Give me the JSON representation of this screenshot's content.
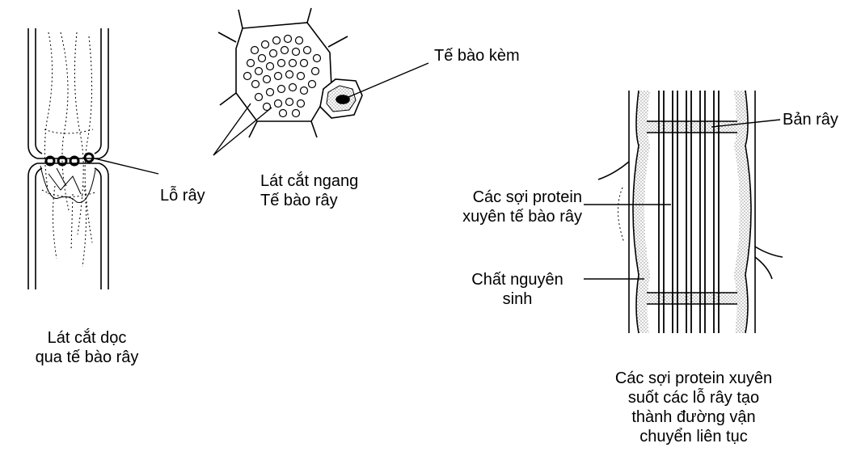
{
  "labels": {
    "sieve_pore": "Lỗ rây",
    "longitudinal_section": [
      "Lát cắt dọc",
      "qua tế bào rây"
    ],
    "cross_section": [
      "Lát cắt ngang",
      "Tế bào rây"
    ],
    "companion_cell": "Tế bào kèm",
    "sieve_plate": "Bản rây",
    "protein_fibers": [
      "Các sợi protein",
      "xuyên tế bào rây"
    ],
    "protoplasm": [
      "Chất nguyên",
      "sinh"
    ],
    "caption_right": [
      "Các sợi protein xuyên",
      "suốt các lỗ rây tạo",
      "thành đường vận",
      "chuyển liên tục"
    ]
  }
}
